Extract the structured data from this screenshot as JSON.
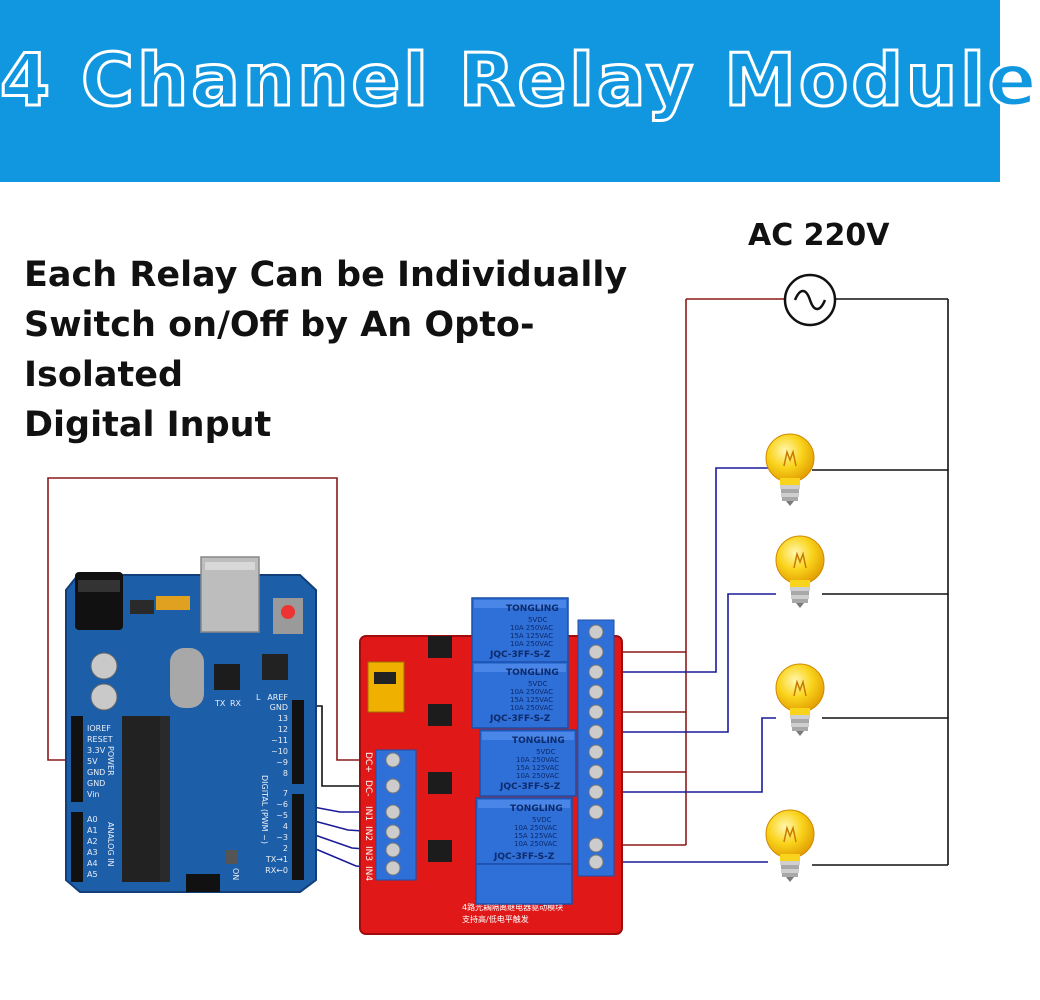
{
  "banner": {
    "title": "4 Channel Relay Module",
    "background": "#1097e0"
  },
  "description": {
    "lines": [
      "Each Relay Can be Individually",
      "Switch on/Off by An Opto-Isolated",
      "Digital Input"
    ]
  },
  "ac_source": {
    "label": "AC 220V",
    "symbol": "ac-source-icon"
  },
  "arduino": {
    "power_pins": [
      "IOREF",
      "RESET",
      "3.3V",
      "5V",
      "GND",
      "GND",
      "Vin"
    ],
    "analog_pins": [
      "A0",
      "A1",
      "A2",
      "A3",
      "A4",
      "A5"
    ],
    "power_header": "POWER",
    "analog_header": "ANALOG IN",
    "digital_pins": [
      "AREF",
      "GND",
      "13",
      "12",
      "~11",
      "~10",
      "~9",
      "8",
      "7",
      "~6",
      "~5",
      "4",
      "~3",
      "2",
      "TX→1",
      "RX←0"
    ],
    "digital_header": "DIGITAL (PWM ~)",
    "tx_label": "TX",
    "rx_label": "RX",
    "l_label": "L",
    "on_label": "ON",
    "board_color": "#1d5ea8"
  },
  "relay_module": {
    "board_color": "#e01818",
    "input_labels": [
      "DC+",
      "DC-",
      "IN1",
      "IN2",
      "IN3",
      "IN4"
    ],
    "footer_lines": [
      "4路光耦隔离继电器驱动模块",
      "支持高/低电平触发"
    ],
    "relays": [
      {
        "brand": "TONGLING",
        "voltage": "5VDC",
        "ratings": [
          "10A 250VAC",
          "15A 125VAC",
          "10A 250VAC"
        ],
        "model": "JQC-3FF-S-Z"
      },
      {
        "brand": "TONGLING",
        "voltage": "5VDC",
        "ratings": [
          "10A 250VAC",
          "15A 125VAC",
          "10A 250VAC"
        ],
        "model": "JQC-3FF-S-Z"
      },
      {
        "brand": "TONGLING",
        "voltage": "5VDC",
        "ratings": [
          "10A 250VAC",
          "15A 125VAC",
          "10A 250VAC"
        ],
        "model": "JQC-3FF-S-Z"
      },
      {
        "brand": "TONGLING",
        "voltage": "5VDC",
        "ratings": [
          "10A 250VAC",
          "15A 125VAC",
          "10A 250VAC"
        ],
        "model": "JQC-3FF-S-Z"
      }
    ],
    "relay_color": "#2f6fd8"
  },
  "bulbs": {
    "count": 4,
    "icon": "light-bulb-icon",
    "color": "#f9c80e"
  },
  "wires": {
    "live_color": "#8b1a1a",
    "neutral_color": "#1a1a9a",
    "ground_color": "#111111"
  }
}
